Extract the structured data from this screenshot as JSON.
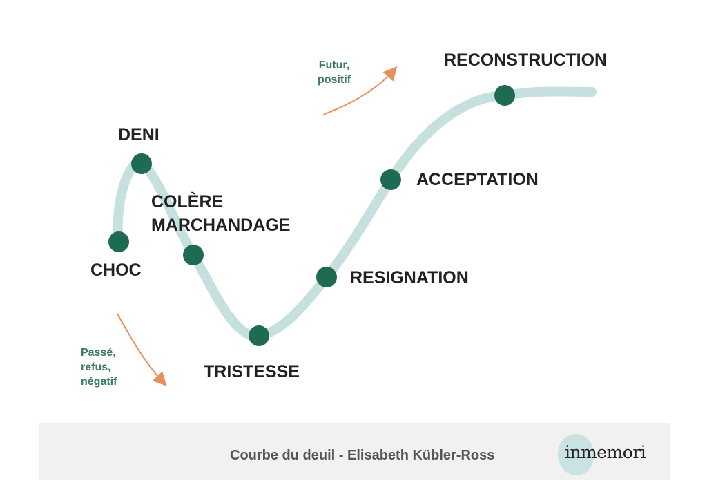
{
  "title": "Courbe du deuil - Elisabeth Kübler-Ross",
  "logo": "inmemori",
  "stages": [
    {
      "label": "CHOC"
    },
    {
      "label": "DENI"
    },
    {
      "label": "COLÈRE"
    },
    {
      "label": "MARCHANDAGE"
    },
    {
      "label": "TRISTESSE"
    },
    {
      "label": "RESIGNATION"
    },
    {
      "label": "ACCEPTATION"
    },
    {
      "label": "RECONSTRUCTION"
    }
  ],
  "notes": {
    "future": [
      "Futur,",
      "positif"
    ],
    "past": [
      "Passé,",
      "refus,",
      "négatif"
    ]
  },
  "colors": {
    "curve": "#c6e0de",
    "dot": "#1f6a52",
    "arrow": "#e8905c",
    "note": "#3a7a66"
  }
}
